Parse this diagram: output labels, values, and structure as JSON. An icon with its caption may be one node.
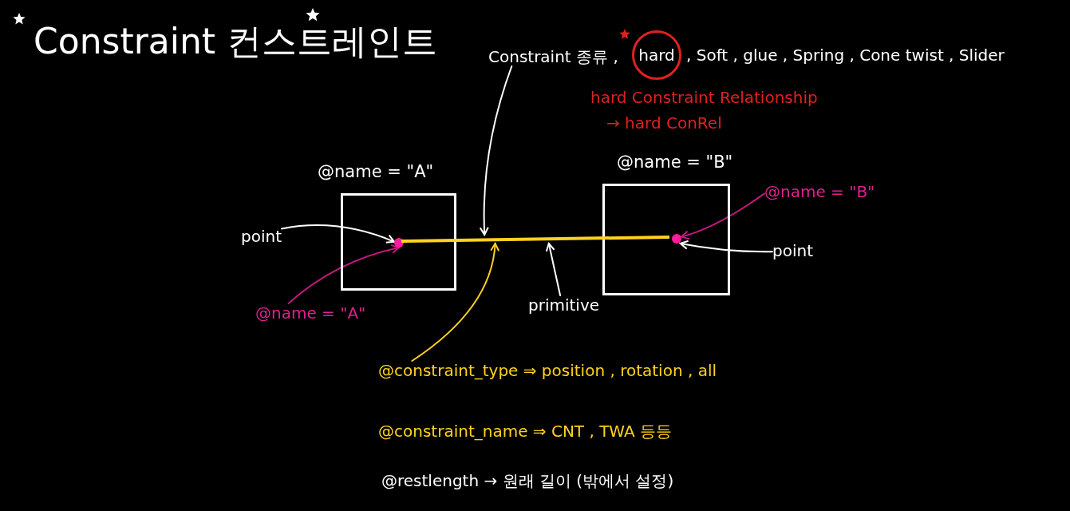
{
  "diagram": {
    "title": "Constraint 컨스트레인트",
    "nodes": [
      {
        "text": [
          "Constraint 종류 ,"
        ]
      },
      {
        "text": [
          "hard"
        ]
      },
      {
        "text": [
          "@name = \"A\""
        ]
      },
      {
        "text": [
          "@name = \"B\""
        ]
      },
      {
        "text": [],
        "shape": "circle",
        "in": 2
      },
      {
        "text": [],
        "shape": "circle",
        "in": 3
      },
      {
        "text": [
          "point"
        ]
      },
      {
        "text": [
          "@name = \"A\""
        ]
      },
      {
        "text": [
          "primitive"
        ]
      },
      {
        "text": [
          "@name = \"B\""
        ]
      },
      {
        "text": [
          "point"
        ]
      },
      {
        "text": [
          "@constraint_type ⇒ position , rotation , all"
        ]
      },
      {
        "text": [],
        "shape": "bar"
      }
    ],
    "edges": [
      {
        "from": 0,
        "to": 12,
        "arrow": "to"
      },
      {
        "from": 6,
        "to": 4,
        "arrow": "to"
      },
      {
        "from": 7,
        "to": 4,
        "arrow": "to",
        "color": "#c0187e"
      },
      {
        "from": 8,
        "to": 12,
        "arrow": "to"
      },
      {
        "from": 9,
        "to": 5,
        "arrow": "to",
        "color": "#c0187e"
      },
      {
        "from": 10,
        "to": 5,
        "arrow": "to"
      },
      {
        "from": 11,
        "to": 12,
        "arrow": "to",
        "color": "#ffd21f"
      }
    ],
    "labels": [
      ", Soft , glue , Spring , Cone twist , Slider",
      "hard Constraint Relationship",
      "→ hard ConRel",
      "@constraint_name ⇒ CNT , TWA 등등",
      "@restlength → 원래 길이 (밖에서 설정)"
    ]
  }
}
